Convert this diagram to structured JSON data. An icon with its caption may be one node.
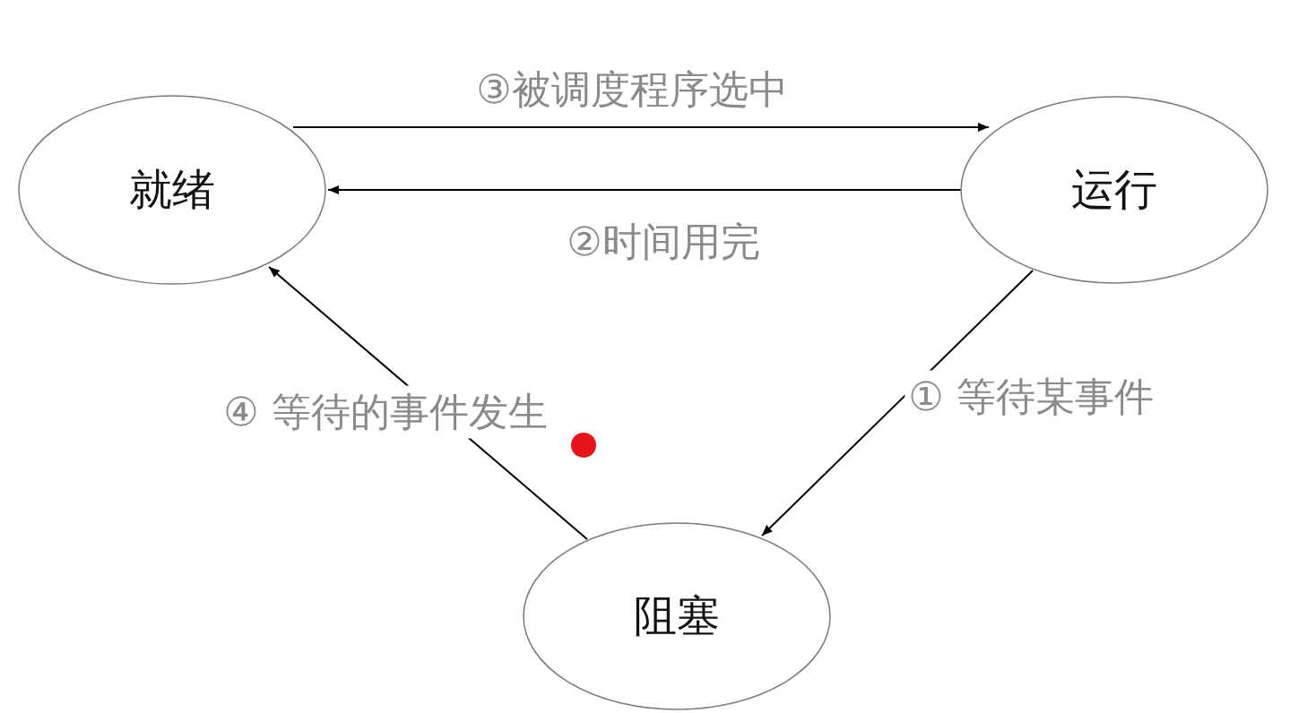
{
  "diagram": {
    "nodes": [
      {
        "text": [
          "就绪"
        ]
      },
      {
        "text": [
          "运行"
        ]
      },
      {
        "text": [
          "阻塞"
        ]
      }
    ],
    "edges": [
      {
        "from": 0,
        "to": 1,
        "arrow": "to",
        "label": "③被调度程序选中"
      },
      {
        "from": 1,
        "to": 0,
        "arrow": "to",
        "label": "②时间用完"
      },
      {
        "from": 1,
        "to": 2,
        "arrow": "to",
        "label": "① 等待某事件"
      },
      {
        "from": 2,
        "to": 0,
        "arrow": "to",
        "label": "④ 等待的事件发生"
      }
    ]
  }
}
